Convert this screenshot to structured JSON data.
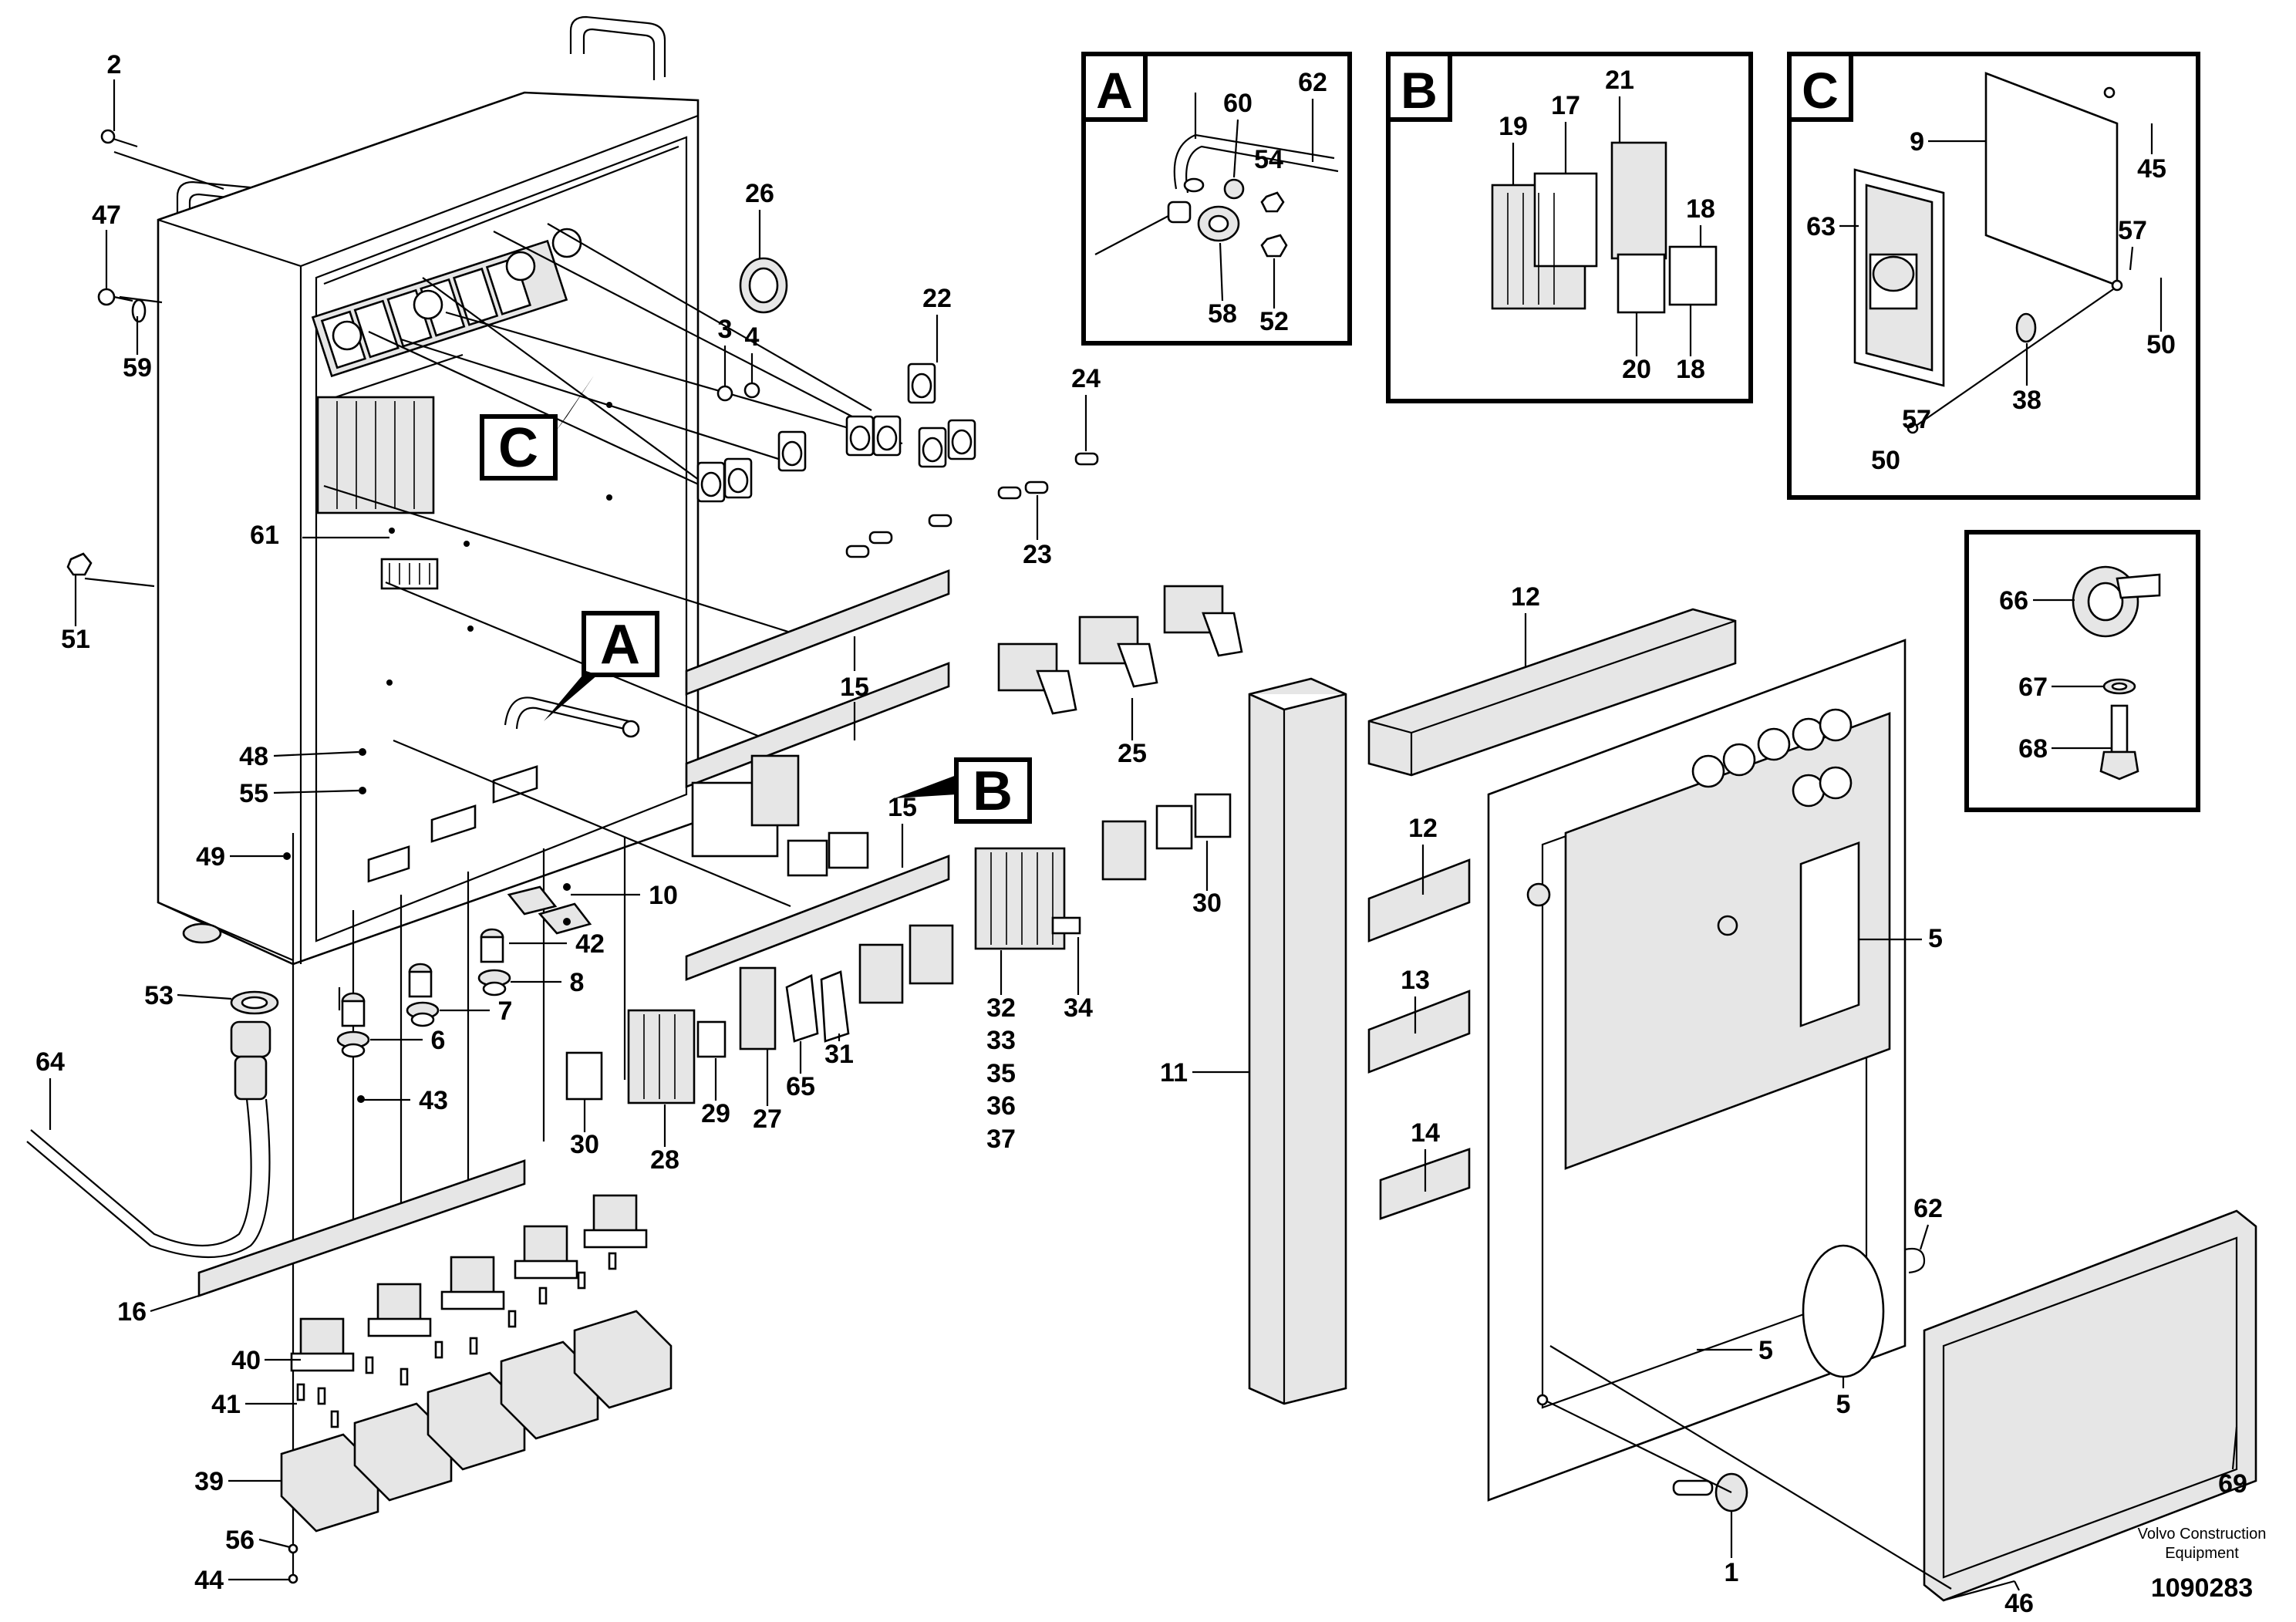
{
  "diagram": {
    "doc_number": "1090283",
    "brand_line1": "Volvo Construction",
    "brand_line2": "Equipment",
    "detail_markers": [
      "A",
      "B",
      "C"
    ],
    "callouts": [
      {
        "id": "c2",
        "text": "2"
      },
      {
        "id": "c47",
        "text": "47"
      },
      {
        "id": "c59",
        "text": "59"
      },
      {
        "id": "c51",
        "text": "51"
      },
      {
        "id": "c61",
        "text": "61"
      },
      {
        "id": "c26",
        "text": "26"
      },
      {
        "id": "c3",
        "text": "3"
      },
      {
        "id": "c4",
        "text": "4"
      },
      {
        "id": "c22",
        "text": "22"
      },
      {
        "id": "c24",
        "text": "24"
      },
      {
        "id": "c23",
        "text": "23"
      },
      {
        "id": "c48",
        "text": "48"
      },
      {
        "id": "c55",
        "text": "55"
      },
      {
        "id": "c49",
        "text": "49"
      },
      {
        "id": "c10",
        "text": "10"
      },
      {
        "id": "c42",
        "text": "42"
      },
      {
        "id": "c8",
        "text": "8"
      },
      {
        "id": "c7",
        "text": "7"
      },
      {
        "id": "c6",
        "text": "6"
      },
      {
        "id": "c43",
        "text": "43"
      },
      {
        "id": "c53",
        "text": "53"
      },
      {
        "id": "c64",
        "text": "64"
      },
      {
        "id": "c15a",
        "text": "15"
      },
      {
        "id": "c15b",
        "text": "15"
      },
      {
        "id": "c15c",
        "text": "15"
      },
      {
        "id": "c25",
        "text": "25"
      },
      {
        "id": "c30a",
        "text": "30"
      },
      {
        "id": "c30b",
        "text": "30"
      },
      {
        "id": "c32",
        "text": "32"
      },
      {
        "id": "c33",
        "text": "33"
      },
      {
        "id": "c35",
        "text": "35"
      },
      {
        "id": "c36",
        "text": "36"
      },
      {
        "id": "c37",
        "text": "37"
      },
      {
        "id": "c34",
        "text": "34"
      },
      {
        "id": "c31",
        "text": "31"
      },
      {
        "id": "c65",
        "text": "65"
      },
      {
        "id": "c27",
        "text": "27"
      },
      {
        "id": "c29",
        "text": "29"
      },
      {
        "id": "c28",
        "text": "28"
      },
      {
        "id": "c16",
        "text": "16"
      },
      {
        "id": "c40",
        "text": "40"
      },
      {
        "id": "c41",
        "text": "41"
      },
      {
        "id": "c39",
        "text": "39"
      },
      {
        "id": "c56",
        "text": "56"
      },
      {
        "id": "c44",
        "text": "44"
      },
      {
        "id": "c11",
        "text": "11"
      },
      {
        "id": "c12a",
        "text": "12"
      },
      {
        "id": "c12b",
        "text": "12"
      },
      {
        "id": "c13",
        "text": "13"
      },
      {
        "id": "c14",
        "text": "14"
      },
      {
        "id": "c5a",
        "text": "5"
      },
      {
        "id": "c5b",
        "text": "5"
      },
      {
        "id": "c5c",
        "text": "5"
      },
      {
        "id": "c62b",
        "text": "62"
      },
      {
        "id": "c1",
        "text": "1"
      },
      {
        "id": "c46",
        "text": "46"
      },
      {
        "id": "c69",
        "text": "69"
      }
    ],
    "inset_A": {
      "letter": "A",
      "labels": [
        {
          "id": "a60",
          "text": "60"
        },
        {
          "id": "a62",
          "text": "62"
        },
        {
          "id": "a54",
          "text": "54"
        },
        {
          "id": "a58",
          "text": "58"
        },
        {
          "id": "a52",
          "text": "52"
        }
      ]
    },
    "inset_B": {
      "letter": "B",
      "labels": [
        {
          "id": "b19",
          "text": "19"
        },
        {
          "id": "b17",
          "text": "17"
        },
        {
          "id": "b21",
          "text": "21"
        },
        {
          "id": "b18a",
          "text": "18"
        },
        {
          "id": "b20",
          "text": "20"
        },
        {
          "id": "b18b",
          "text": "18"
        }
      ]
    },
    "inset_C": {
      "letter": "C",
      "labels": [
        {
          "id": "c_9",
          "text": "9"
        },
        {
          "id": "c_45",
          "text": "45"
        },
        {
          "id": "c_63",
          "text": "63"
        },
        {
          "id": "c_57a",
          "text": "57"
        },
        {
          "id": "c_50a",
          "text": "50"
        },
        {
          "id": "c_57b",
          "text": "57"
        },
        {
          "id": "c_38",
          "text": "38"
        },
        {
          "id": "c_50b",
          "text": "50"
        }
      ]
    },
    "inset_D": {
      "labels": [
        {
          "id": "d66",
          "text": "66"
        },
        {
          "id": "d67",
          "text": "67"
        },
        {
          "id": "d68",
          "text": "68"
        }
      ]
    }
  }
}
